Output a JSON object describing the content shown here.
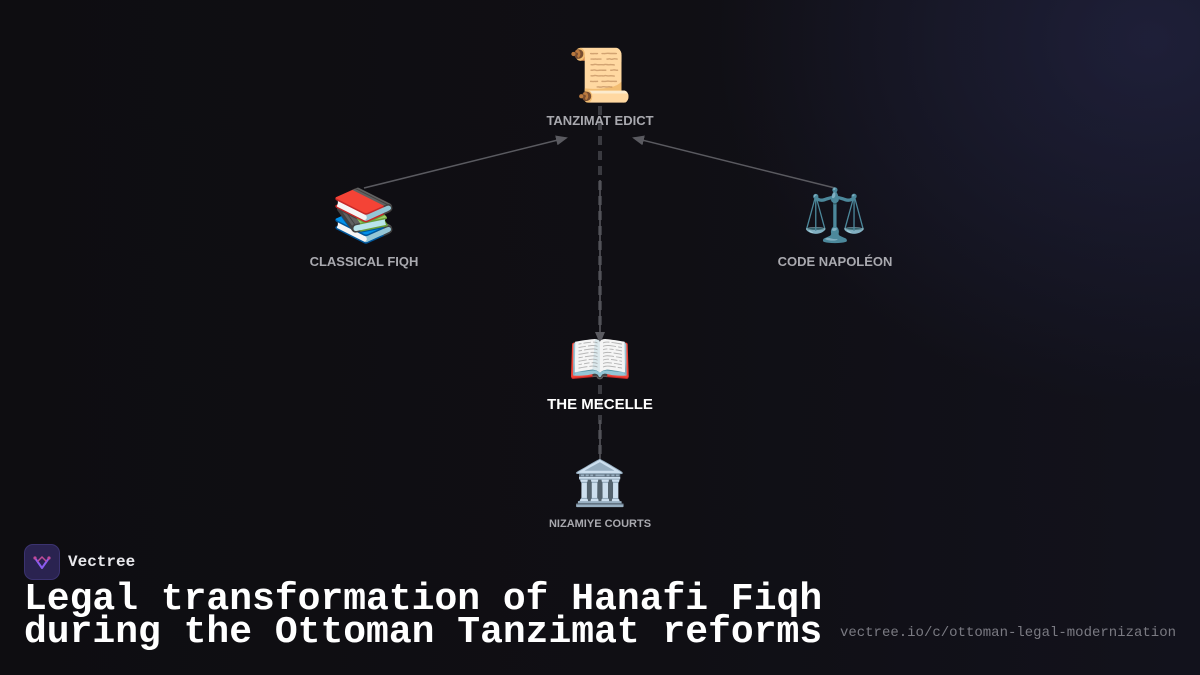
{
  "nodes": [
    {
      "id": "tanzimat",
      "label": "TANZIMAT EDICT",
      "icon": "scroll-icon",
      "emoji": "📜"
    },
    {
      "id": "fiqh",
      "label": "CLASSICAL FIQH",
      "icon": "books-icon",
      "emoji": "📚"
    },
    {
      "id": "napoleon",
      "label": "CODE NAPOLÉON",
      "icon": "balance-scale-icon",
      "emoji": "⚖️"
    },
    {
      "id": "mecelle",
      "label": "THE MECELLE",
      "icon": "open-book-icon",
      "emoji": "📖"
    },
    {
      "id": "nizamiye",
      "label": "NIZAMIYE COURTS",
      "icon": "classical-building-icon",
      "emoji": "🏛️"
    }
  ],
  "edges": [
    {
      "from": "fiqh",
      "to": "tanzimat",
      "style": "solid"
    },
    {
      "from": "napoleon",
      "to": "tanzimat",
      "style": "solid"
    },
    {
      "from": "tanzimat",
      "to": "mecelle",
      "style": "dashed"
    },
    {
      "from": "mecelle",
      "to": "nizamiye",
      "style": "dashed"
    }
  ],
  "brand": {
    "name": "Vectree",
    "logo_icon": "vectree-logo-icon"
  },
  "title": "Legal transformation of Hanafi Fiqh during the Ottoman Tanzimat reforms",
  "url": "vectree.io/c/ottoman-legal-modernization",
  "colors": {
    "background": "#0f0e12",
    "edge": "#5a5a60",
    "label": "#a9a9af",
    "highlight_label": "#ffffff",
    "logo_bg": "#2a2350"
  }
}
